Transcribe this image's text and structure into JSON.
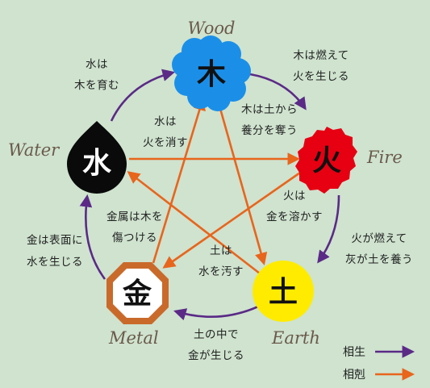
{
  "colors": {
    "background": "#cfe3cf",
    "sheng_arrow": "#5b2a86",
    "ke_arrow": "#e8651c",
    "wood": "#1b8fe8",
    "fire": "#e60012",
    "earth": "#ffeb00",
    "metal": "#c96a2b",
    "water": "#0a0a0a"
  },
  "elements": {
    "wood": {
      "kanji": "木",
      "name": "Wood"
    },
    "fire": {
      "kanji": "火",
      "name": "Fire"
    },
    "earth": {
      "kanji": "土",
      "name": "Earth"
    },
    "metal": {
      "kanji": "金",
      "name": "Metal"
    },
    "water": {
      "kanji": "水",
      "name": "Water"
    }
  },
  "sheng": {
    "wood_fire": [
      "木は燃えて",
      "火を生じる"
    ],
    "fire_earth": [
      "火が燃えて",
      "灰が土を養う"
    ],
    "earth_metal": [
      "土の中で",
      "金が生じる"
    ],
    "metal_water": [
      "金は表面に",
      "水を生じる"
    ],
    "water_wood": [
      "水は",
      "木を育む"
    ]
  },
  "ke": {
    "wood_earth": [
      "木は土から",
      "養分を奪う"
    ],
    "water_fire": [
      "水は",
      "火を消す"
    ],
    "fire_metal": [
      "火は",
      "金を溶かす"
    ],
    "metal_wood": [
      "金属は木を",
      "傷つける"
    ],
    "earth_water": [
      "土は",
      "水を汚す"
    ]
  },
  "legend": {
    "sheng_label": "相生",
    "ke_label": "相剋"
  }
}
